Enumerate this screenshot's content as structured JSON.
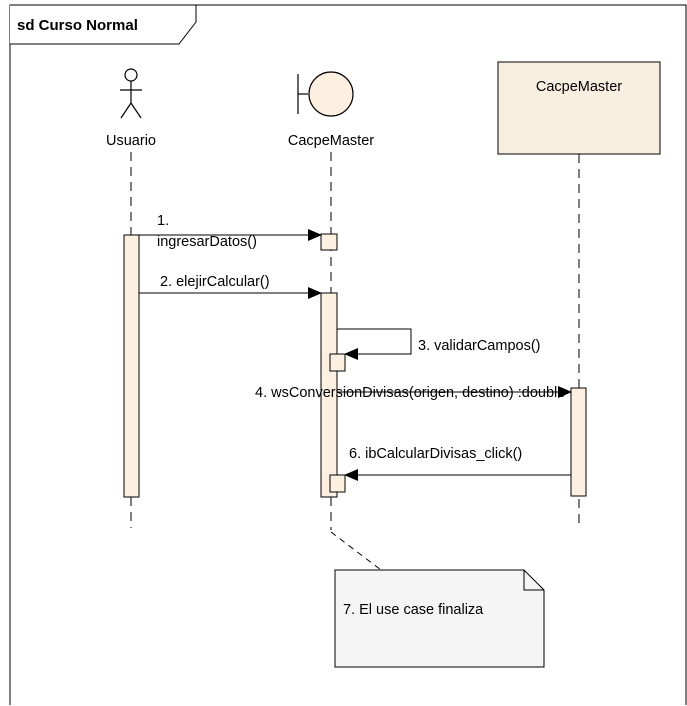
{
  "frame": {
    "title": "sd Curso Normal"
  },
  "lifelines": [
    {
      "id": "usuario",
      "kind": "actor",
      "name": "Usuario"
    },
    {
      "id": "cacpe-boundary",
      "kind": "boundary",
      "name": "CacpeMaster"
    },
    {
      "id": "cacpe-class",
      "kind": "class",
      "name": "CacpeMaster"
    }
  ],
  "messages": [
    {
      "id": "m1",
      "number": "1.",
      "text": "ingresarDatos()"
    },
    {
      "id": "m2",
      "text": "2. elejirCalcular()"
    },
    {
      "id": "m3",
      "text": "3. validarCampos()"
    },
    {
      "id": "m4",
      "text": "4. wsConversionDivisas(origen, destino) :double"
    },
    {
      "id": "m6",
      "text": "6. ibCalcularDivisas_click()"
    }
  ],
  "note": {
    "text": "7. El use case finaliza"
  },
  "colors": {
    "activation_fill": "#fdf0e0",
    "class_box_fill": "#f9efe0",
    "note_fill": "#f5f5f5",
    "line": "#000000"
  }
}
